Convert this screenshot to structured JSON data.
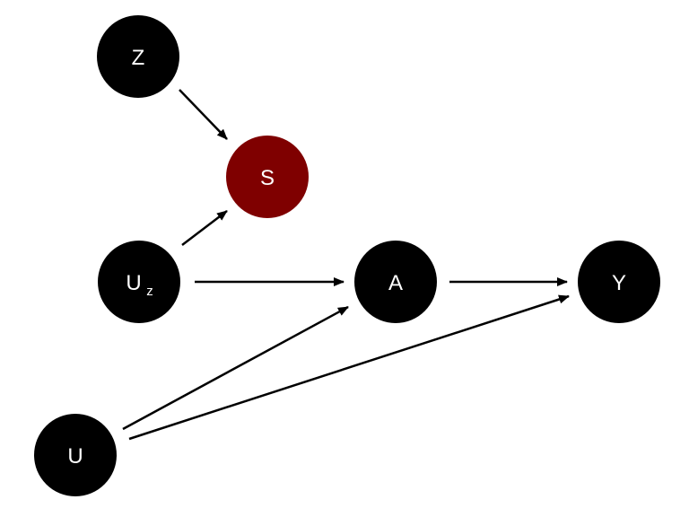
{
  "diagram": {
    "nodes": [
      {
        "id": "Z",
        "label": "Z",
        "sub": "",
        "color": "#000000"
      },
      {
        "id": "S",
        "label": "S",
        "sub": "",
        "color": "#7f0000"
      },
      {
        "id": "Uz",
        "label": "U",
        "sub": "z",
        "color": "#000000"
      },
      {
        "id": "A",
        "label": "A",
        "sub": "",
        "color": "#000000"
      },
      {
        "id": "Y",
        "label": "Y",
        "sub": "",
        "color": "#000000"
      },
      {
        "id": "U",
        "label": "U",
        "sub": "",
        "color": "#000000"
      }
    ],
    "edges": [
      {
        "from": "Z",
        "to": "S"
      },
      {
        "from": "Uz",
        "to": "S"
      },
      {
        "from": "Uz",
        "to": "A"
      },
      {
        "from": "A",
        "to": "Y"
      },
      {
        "from": "U",
        "to": "A"
      },
      {
        "from": "U",
        "to": "Y"
      }
    ]
  }
}
